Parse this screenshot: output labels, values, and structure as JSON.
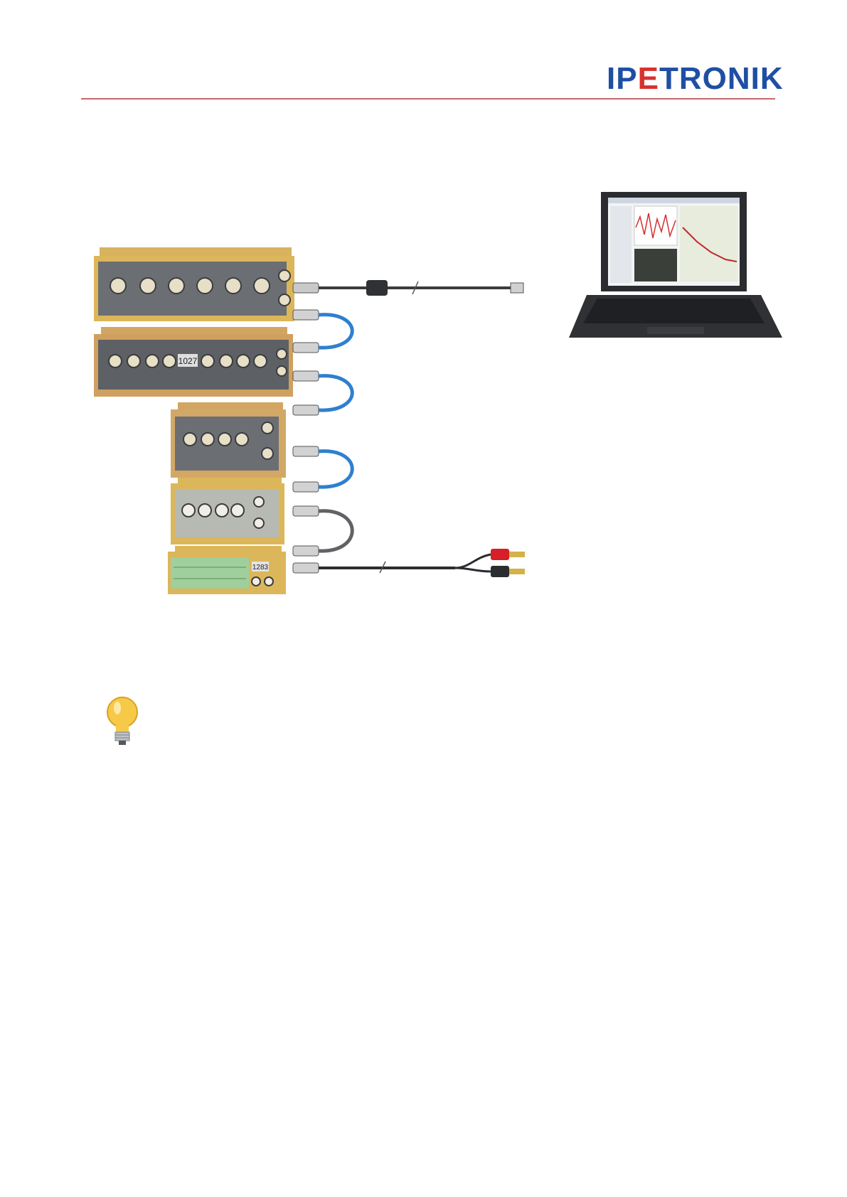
{
  "header": {
    "logo_prefix": "IP",
    "logo_mid": "E",
    "logo_suffix": "TRONIK",
    "brand_color": "#1f4fa3",
    "rule_color": "#c7676b"
  },
  "figure": {
    "module_labels": [
      "1027",
      "1283"
    ],
    "colors": {
      "housing": "#dcb65a",
      "housing_dark": "#b89445",
      "panel": "#6b6f73",
      "panel_light": "#b7bab2",
      "panel_green": "#9fcf9c",
      "cable_blue": "#2f7fd0",
      "cable_gray": "#606266",
      "cable_black": "#2b2d30",
      "plug_red": "#d61f26",
      "laptop": "#2a2c2f"
    }
  },
  "hint": {
    "icon": "lightbulb-icon",
    "bulb_color": "#f7c948"
  }
}
